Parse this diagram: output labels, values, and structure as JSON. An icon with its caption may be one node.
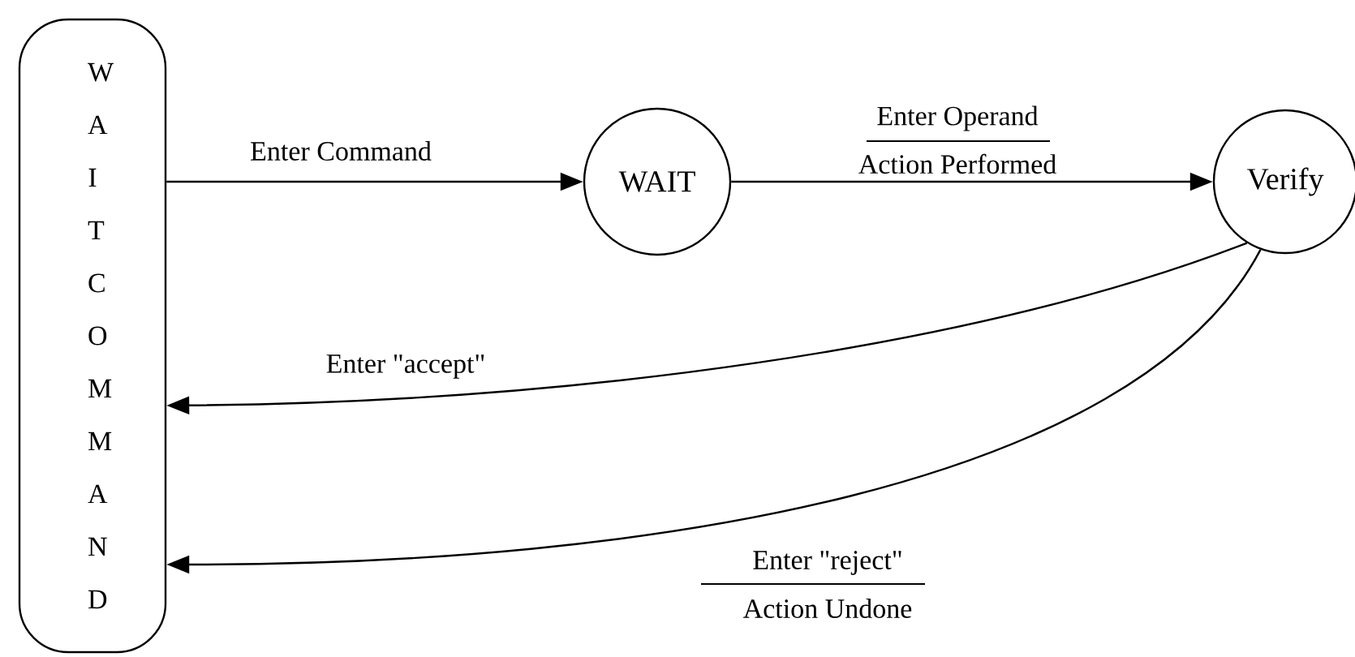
{
  "diagram": {
    "nodes": [
      {
        "text": [
          "WAIT COMMAND"
        ]
      },
      {
        "text": [
          "WAIT"
        ]
      },
      {
        "text": [
          "Verify"
        ]
      }
    ],
    "edges": [
      {
        "from": 0,
        "to": 1,
        "arrow": "to",
        "label": "Enter Command"
      },
      {
        "from": 1,
        "to": 2,
        "arrow": "to",
        "label": "Enter Operand"
      },
      {
        "from": 2,
        "to": 0,
        "arrow": "to",
        "label": "Enter \"accept\""
      },
      {
        "from": 2,
        "to": 0,
        "arrow": "to",
        "label": "Enter \"reject\""
      }
    ],
    "labels": [
      "Action Performed",
      "Action Undone"
    ]
  }
}
